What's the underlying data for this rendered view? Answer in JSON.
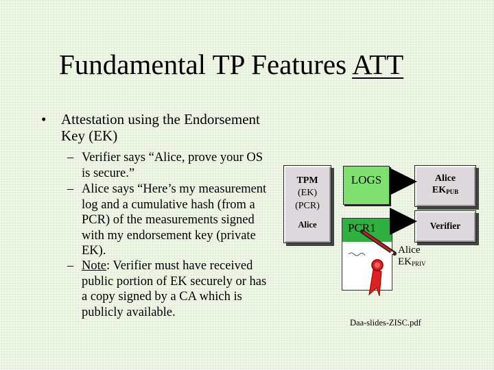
{
  "title": {
    "main": "Fundamental TP Features",
    "underlined": "ATT"
  },
  "bullet": {
    "marker": "•",
    "text": "Attestation using the Endorsement Key (EK)"
  },
  "subbullets": [
    {
      "marker": "–",
      "text": "Verifier says “Alice, prove your OS is secure.”"
    },
    {
      "marker": "–",
      "text": "Alice says “Here’s my measurement log and a cumulative hash (from a PCR) of the measurements signed with my endorsement key (private EK)."
    },
    {
      "marker": "–",
      "note_label": "Note",
      "text": ":  Verifier must have received public portion of EK securely or has a copy signed by a CA which is publicly available."
    }
  ],
  "diagram": {
    "tpm": {
      "label": "TPM",
      "ek": "(EK)",
      "pcr": "(PCR)",
      "owner": "Alice"
    },
    "logs": "LOGS",
    "pcr1": "PCR1",
    "alice_pub": {
      "line1": "Alice",
      "line2": "EK",
      "sub": "PUB"
    },
    "verifier": "Verifier",
    "alice_priv": {
      "line1": "Alice",
      "line2": "EK",
      "sub": "PRIV"
    },
    "colors": {
      "logs": "#7fe06f",
      "pcr_band": "#30b040",
      "seal": "#e02020",
      "box": "#dcd8dc"
    }
  },
  "caption": "Daa-slides-ZISC.pdf"
}
